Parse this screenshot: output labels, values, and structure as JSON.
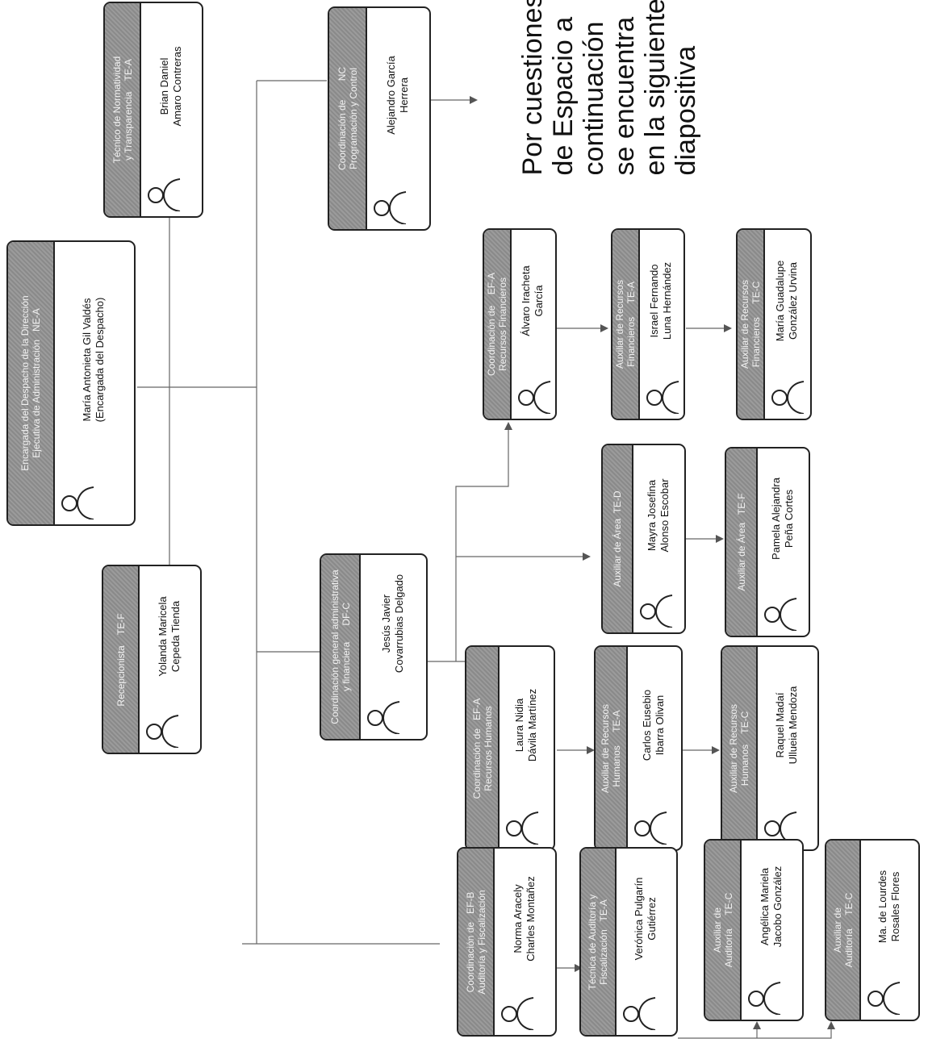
{
  "note": {
    "lines": [
      "Por cuestiones",
      "de Espacio a",
      "continuación",
      "se encuentra",
      "en la siguiente",
      "diapositiva"
    ]
  },
  "nodes": [
    {
      "id": "direccion",
      "header": "Encargada del Despacho de la Dirección\nEjecutiva de Administración   NE-A",
      "name": "María Antonieta Gil Valdés\n(Encargada del Despacho)"
    },
    {
      "id": "normatividad",
      "header": "Técnico de Normatividad\ny Transparencia    TE-A",
      "name": "Brian Daniel\nAmaro Contreras"
    },
    {
      "id": "programacion",
      "header": "Coordinación de       NC\nProgramación y Control",
      "name": "Alejandro García\nHerrera"
    },
    {
      "id": "recepcionista",
      "header": "Recepcionista    TE-F",
      "name": "Yolanda Maricela\nCepeda Tienda"
    },
    {
      "id": "coord-general",
      "header": "Coordinación general administrativa\ny financiera      DF-C",
      "name": "Jesús Javier\nCovarrubias Delgado"
    },
    {
      "id": "financieros",
      "header": "Coordinación de    EF-A\nRecursos Financieros",
      "name": "Álvaro Iracheta\nGarcía"
    },
    {
      "id": "aux-fin-1",
      "header": "Auxiliar de Recursos\nFinancieros     TE-A",
      "name": "Israel Fernando\nLuna Hernández"
    },
    {
      "id": "aux-fin-2",
      "header": "Auxiliar de Recursos\nFinancieros     TE-C",
      "name": "María Guadalupe\nGonzález Urvina"
    },
    {
      "id": "aux-area-1",
      "header": "Auxiliar de Área  TE-D",
      "name": "Mayra Josefina\nAlonso Escobar"
    },
    {
      "id": "aux-area-2",
      "header": "Auxiliar de Área   TE-F",
      "name": "Pamela Alejandra\nPeña Cortes"
    },
    {
      "id": "humanos",
      "header": "Coordinación de   EF-A\nRecursos Humanos",
      "name": "Laura Nidia\nDávila Martínez"
    },
    {
      "id": "aux-hum-1",
      "header": "Auxiliar de Recursos\nHumanos     TE-A",
      "name": "Carlos Eusebio\nIbarra Olivan"
    },
    {
      "id": "aux-hum-2",
      "header": "Auxiliar de Recursos\nHumanos    TE-C",
      "name": "Raquel Madaí\nUllueia Mendoza"
    },
    {
      "id": "auditoria",
      "header": "Coordinación de   EF-B\nAuditoría y Fiscalización",
      "name": "Norma Aracely\nCharles Montañez"
    },
    {
      "id": "tec-auditoria",
      "header": "Técnica de Auditoría y\nFiscalización   TE-A",
      "name": "Verónica Pulgarín\nGutiérrez"
    },
    {
      "id": "aux-aud-1",
      "header": "Auxiliar de\nAuditoría     TE-C",
      "name": "Angélica Mariela\nJacobo González"
    },
    {
      "id": "aux-aud-2",
      "header": "Auxiliar de\nAuditoría     TE-C",
      "name": "Ma. de Lourdes\nRosales Flores"
    }
  ]
}
